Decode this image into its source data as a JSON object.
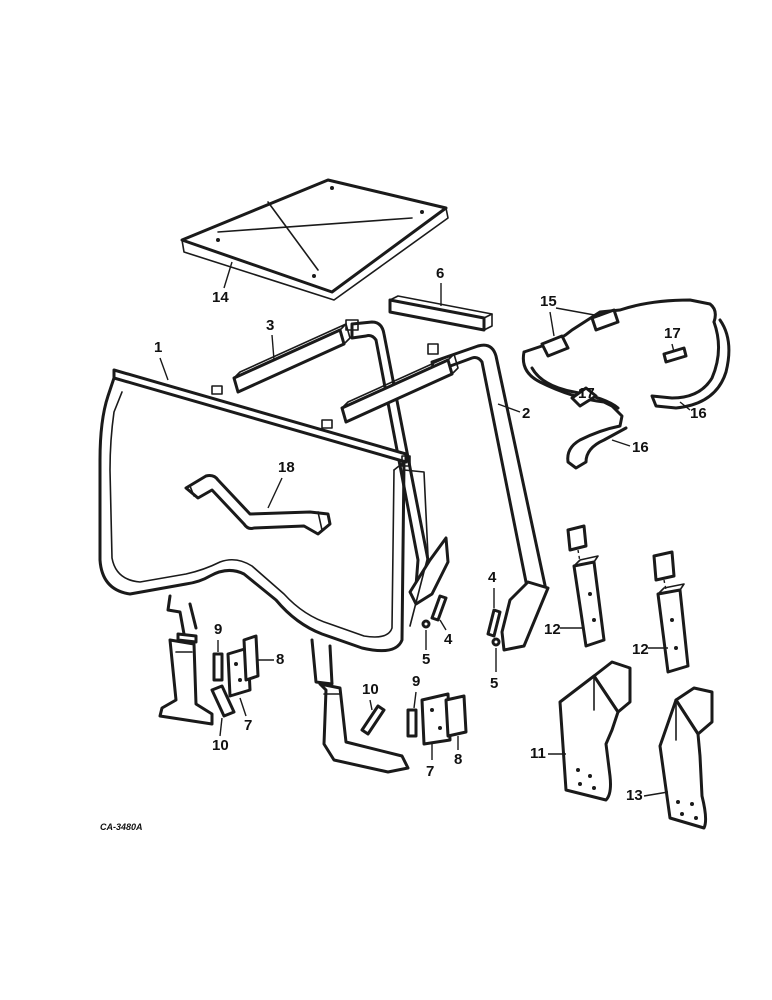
{
  "callouts": {
    "c1": "1",
    "c2": "2",
    "c3": "3",
    "c4a": "4",
    "c4b": "4",
    "c5a": "5",
    "c5b": "5",
    "c6": "6",
    "c7a": "7",
    "c7b": "7",
    "c8a": "8",
    "c8b": "8",
    "c9a": "9",
    "c9b": "9",
    "c10a": "10",
    "c10b": "10",
    "c11": "11",
    "c12a": "12",
    "c12b": "12",
    "c13": "13",
    "c14": "14",
    "c15": "15",
    "c16a": "16",
    "c16b": "16",
    "c17a": "17",
    "c17b": "17",
    "c18": "18"
  },
  "figure_ref": "CA-3480A"
}
